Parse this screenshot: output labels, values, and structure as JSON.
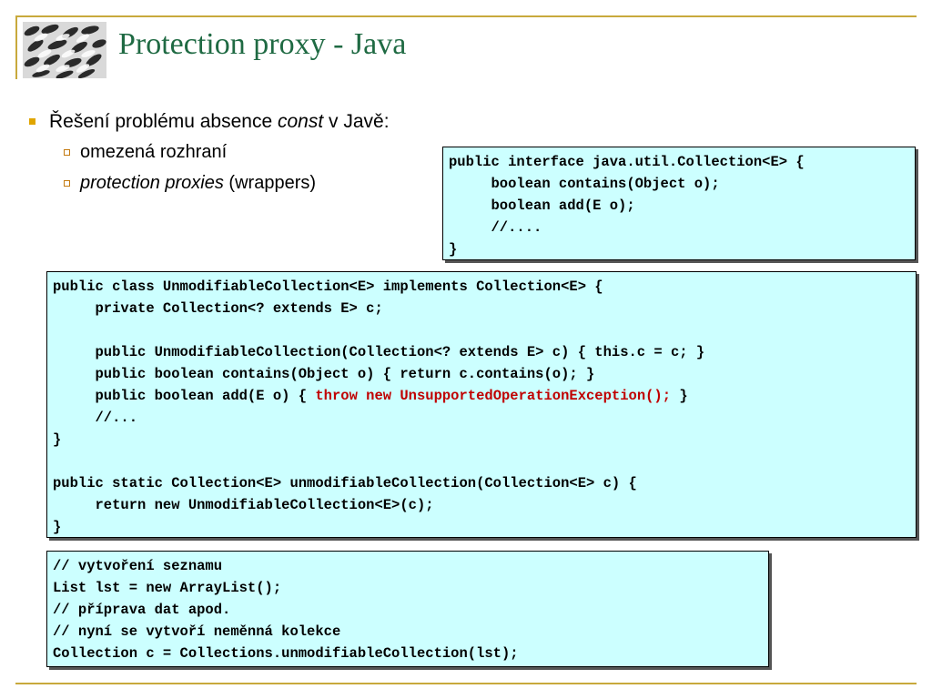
{
  "title": "Protection proxy - Java",
  "logo_icon": "crowd-of-people-logo-icon",
  "bullets": {
    "level1": {
      "text_before": "Řešení problému absence ",
      "italic": "const",
      "text_after": " v Javě:"
    },
    "level2": [
      {
        "italic": "",
        "text": "omezená rozhraní"
      },
      {
        "italic": "protection proxies",
        "text": " (wrappers)"
      }
    ]
  },
  "code_interface": [
    "public interface java.util.Collection<E> {",
    "     boolean contains(Object o);",
    "     boolean add(E o);",
    "     //....",
    "}"
  ],
  "code_class": {
    "lines": [
      "public class UnmodifiableCollection<E> implements Collection<E> {",
      "     private Collection<? extends E> c;",
      "",
      "     public UnmodifiableCollection(Collection<? extends E> c) { this.c = c; }",
      "     public boolean contains(Object o) { return c.contains(o); }"
    ],
    "add_line_prefix": "     public boolean add(E o) { ",
    "add_line_highlight": "throw new UnsupportedOperationException();",
    "add_line_suffix": " }",
    "lines_after": [
      "     //...",
      "}",
      "",
      "public static Collection<E> unmodifiableCollection(Collection<E> c) {",
      "     return new UnmodifiableCollection<E>(c);",
      "}"
    ]
  },
  "code_usage": [
    "// vytvoření seznamu",
    "List lst = new ArrayList();",
    "// příprava dat apod.",
    "// nyní se vytvoří neměnná kolekce",
    "Collection c = Collections.unmodifiableCollection(lst);"
  ],
  "colors": {
    "title": "#1f6a43",
    "frame": "#c8a93c",
    "code_background": "#ccffff",
    "highlight": "#c00000",
    "bullet": "#e0a500"
  }
}
